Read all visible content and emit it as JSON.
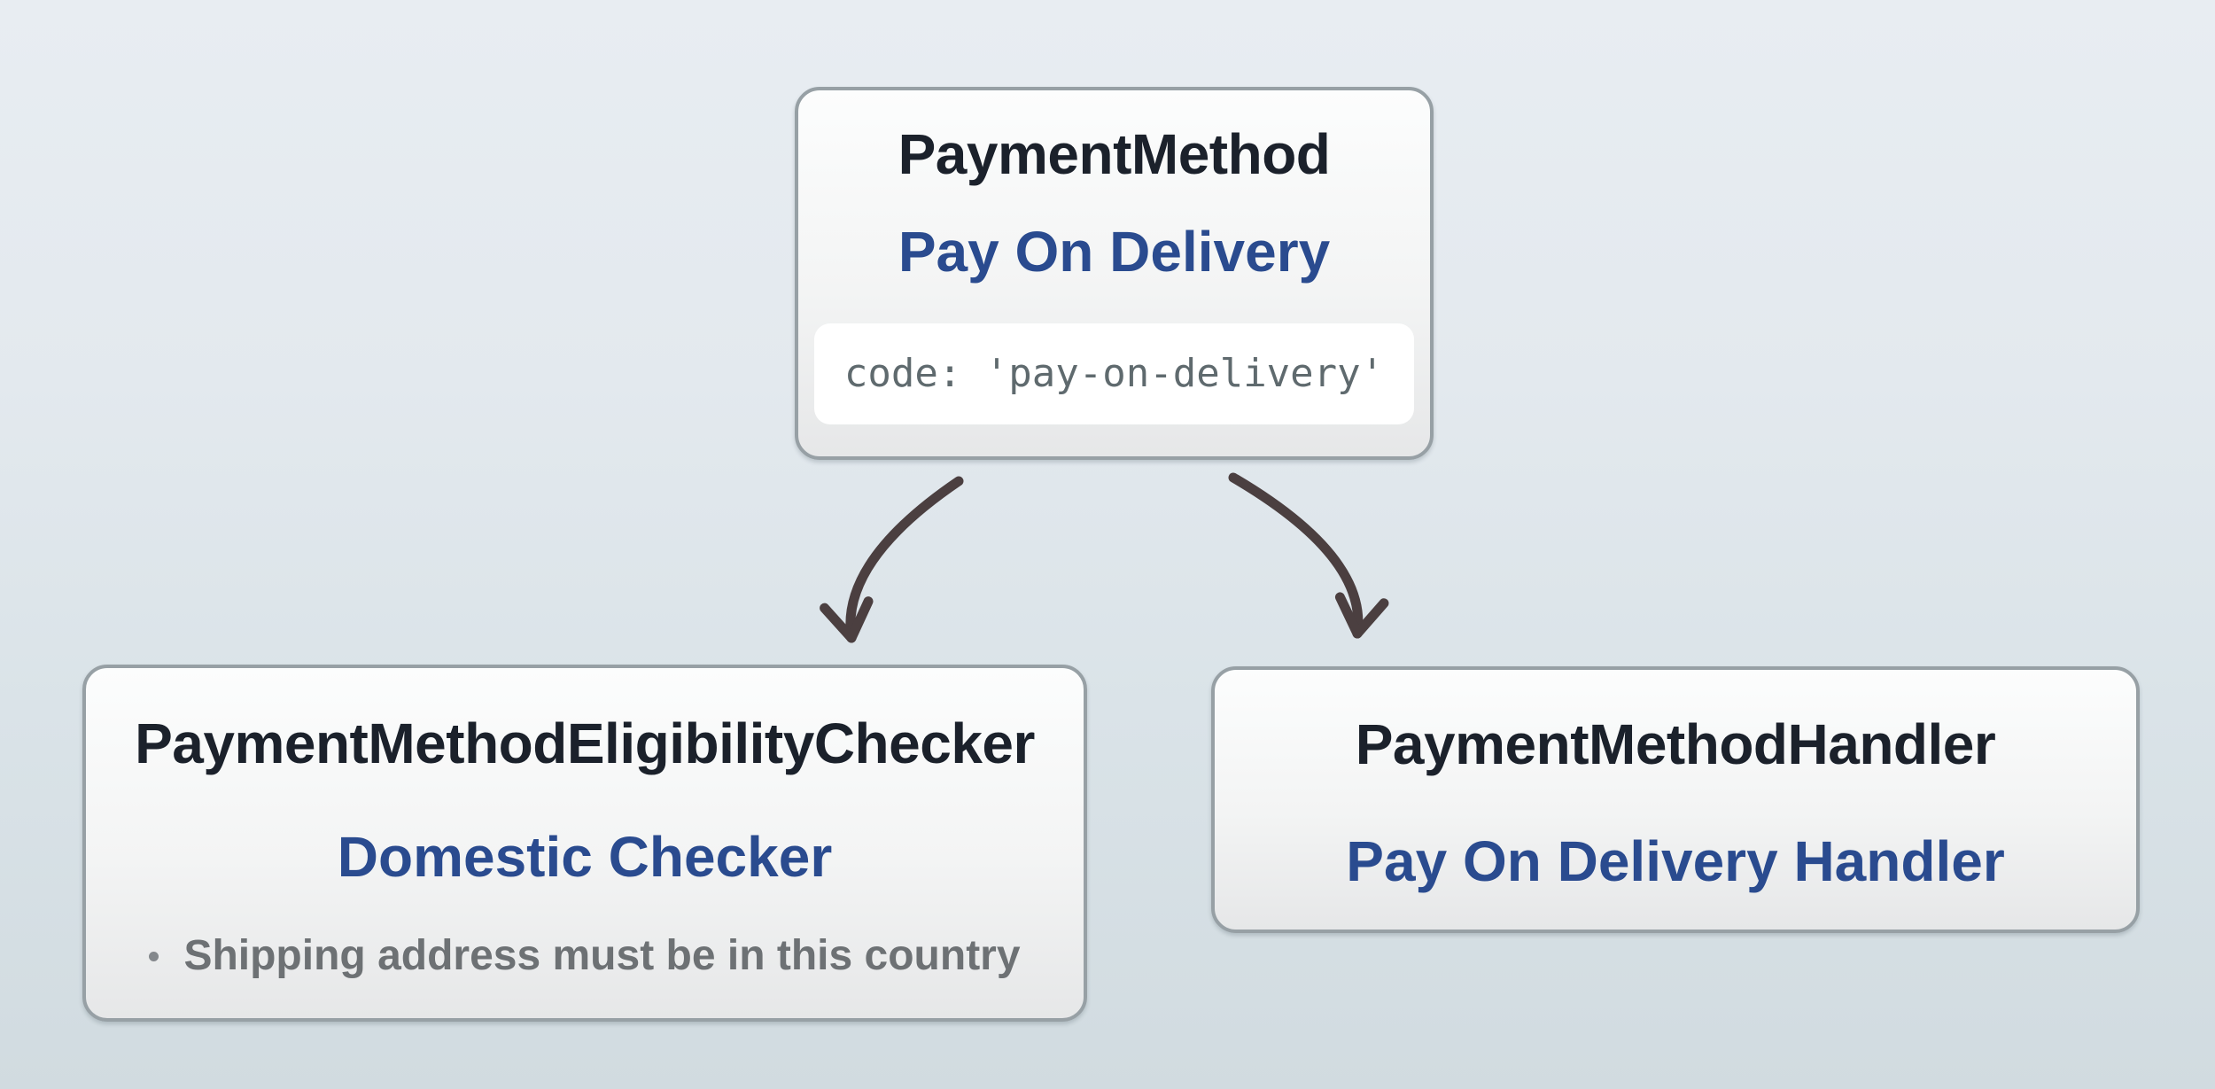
{
  "diagram": {
    "nodes": {
      "payment_method": {
        "title": "PaymentMethod",
        "subtitle": "Pay On Delivery",
        "code": "code: 'pay-on-delivery'"
      },
      "eligibility_checker": {
        "title": "PaymentMethodEligibilityChecker",
        "subtitle": "Domestic Checker",
        "bullets": [
          "Shipping address must be in this country"
        ]
      },
      "handler": {
        "title": "PaymentMethodHandler",
        "subtitle": "Pay On Delivery Handler"
      }
    },
    "edges": [
      {
        "from": "payment_method",
        "to": "eligibility_checker"
      },
      {
        "from": "payment_method",
        "to": "handler"
      }
    ],
    "colors": {
      "title_text": "#1b212b",
      "accent_blue": "#2a4b8f",
      "muted_gray_text": "#6d7174",
      "code_text": "#5f6a6e",
      "code_background": "#ffffff",
      "box_border": "#97a0a5",
      "box_fill_top": "#fcfdfd",
      "box_fill_bottom": "#e6e7e8",
      "arrow": "#4b3f40",
      "background_top": "#e8edf2",
      "background_bottom": "#d1dbe0"
    }
  }
}
